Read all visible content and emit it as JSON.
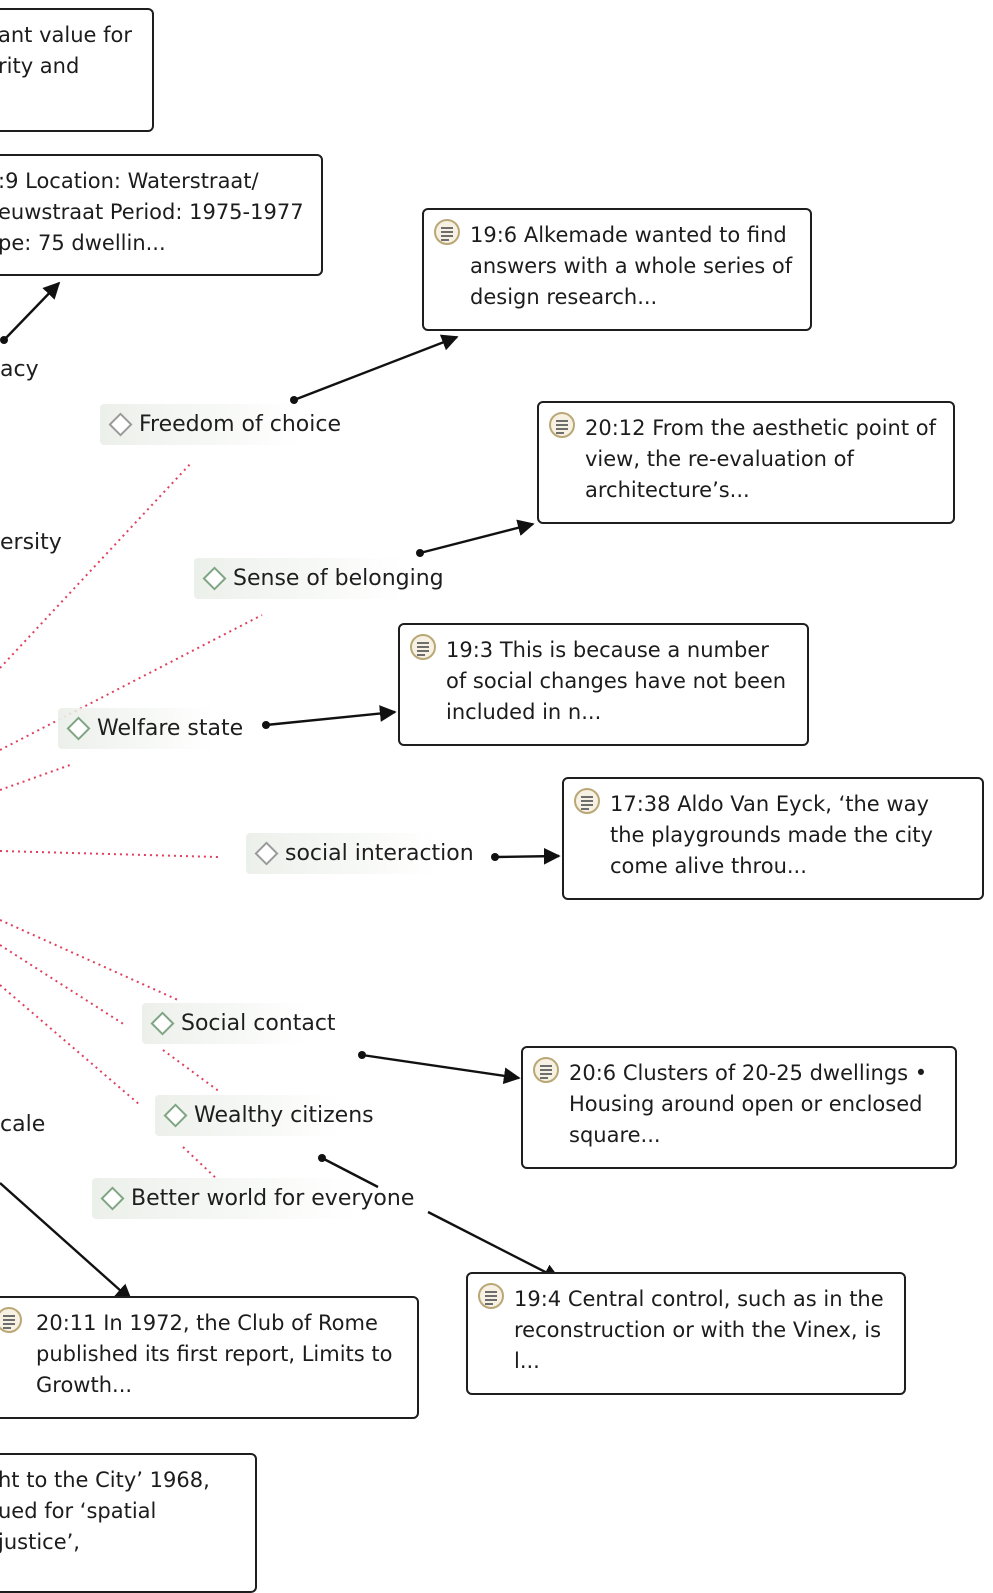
{
  "codes": [
    {
      "label": "Freedom of choice"
    },
    {
      "label": "Sense of belonging"
    },
    {
      "label": "Welfare state"
    },
    {
      "label": "social interaction"
    },
    {
      "label": "Social contact"
    },
    {
      "label": "Wealthy citizens"
    },
    {
      "label": "Better world for everyone"
    }
  ],
  "quotations": [
    {
      "text": "19:6 Alkemade wanted to find answers with a whole series of design research..."
    },
    {
      "text": "20:12 From the aesthetic point of view, the re-evaluation of architecture’s..."
    },
    {
      "text": "19:3 This is because a number of social changes have not been included in n..."
    },
    {
      "text": "17:38 Aldo Van Eyck, ‘the way the playgrounds made the city come alive throu..."
    },
    {
      "text": "20:6 Clusters of 20-25 dwellings • Housing around open or enclosed square..."
    },
    {
      "text": "19:4 Central control, such as in the reconstruction or with the Vinex, is l..."
    },
    {
      "text": "20:11 In 1972, the Club of Rome published its first report, Limits to Growth..."
    }
  ],
  "clipped_boxes": [
    {
      "text": "ant value for rity and"
    },
    {
      "text": ":9 Location: Waterstraat/ euwstraat  Period: 1975-1977 pe: 75 dwellin..."
    },
    {
      "text": "ht to the City’ 1968, ued for ‘spatial justice’,"
    }
  ],
  "clipped_labels": [
    {
      "text": "acy"
    },
    {
      "text": "ersity"
    },
    {
      "text": "cale"
    }
  ],
  "colors": {
    "link_dotted": "#e0405f",
    "arrow": "#111111",
    "code_diamond": "#7fa583",
    "quote_icon_ring": "#b9a776"
  }
}
